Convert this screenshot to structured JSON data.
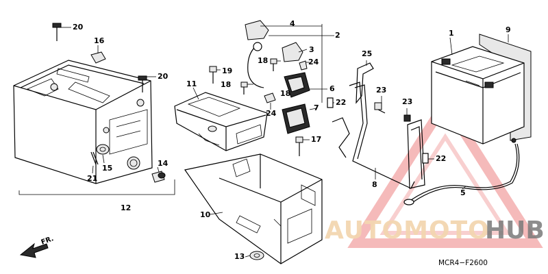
{
  "diagram": {
    "code": "MCR4−F2600",
    "direction_label": "FR.",
    "watermark": {
      "part1": "AUTOMOTO",
      "part2": "HUB"
    },
    "callouts": {
      "c1": "1",
      "c2": "2",
      "c3": "3",
      "c4": "4",
      "c5": "5",
      "c6": "6",
      "c7": "7",
      "c8": "8",
      "c9": "9",
      "c10": "10",
      "c11": "11",
      "c12": "12",
      "c13": "13",
      "c14": "14",
      "c15": "15",
      "c16": "16",
      "c17": "17",
      "c18a": "18",
      "c18b": "18",
      "c18c": "18",
      "c19": "19",
      "c20a": "20",
      "c20b": "20",
      "c21": "21",
      "c22a": "22",
      "c22b": "22",
      "c23a": "23",
      "c23b": "23",
      "c24a": "24",
      "c24b": "24",
      "c25": "25"
    }
  }
}
